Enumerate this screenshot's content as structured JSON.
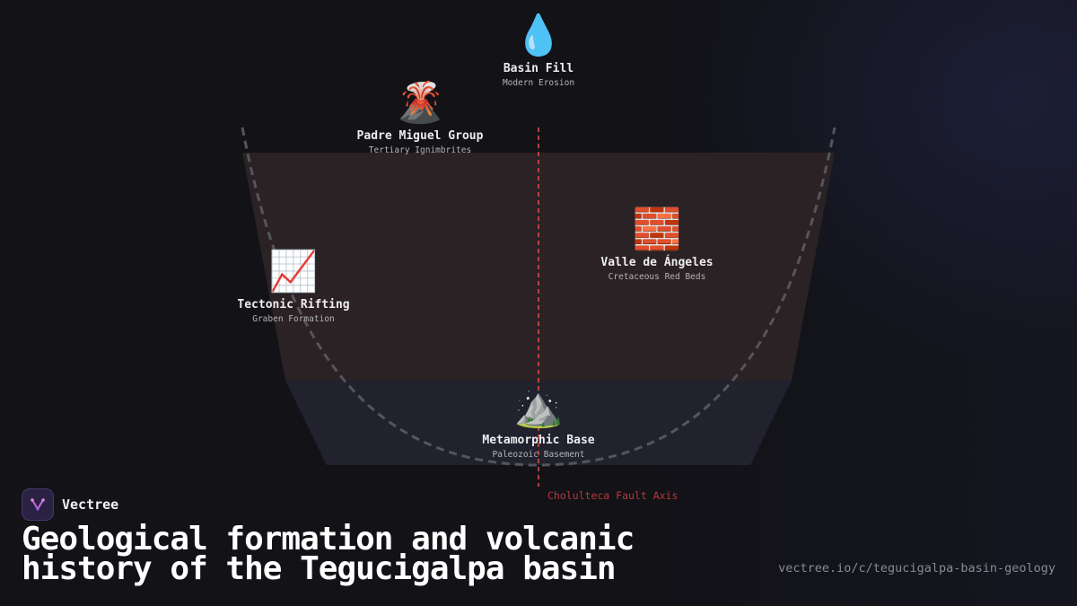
{
  "diagram": {
    "nodes": [
      {
        "id": "basin-fill",
        "icon": "droplet-icon",
        "emoji": "💧",
        "title": "Basin Fill",
        "subtitle": "Modern Erosion"
      },
      {
        "id": "padre-miguel",
        "icon": "volcano-icon",
        "emoji": "🌋",
        "title": "Padre Miguel Group",
        "subtitle": "Tertiary Ignimbrites"
      },
      {
        "id": "valle-de-angeles",
        "icon": "bricks-icon",
        "emoji": "🧱",
        "title": "Valle de Ángeles",
        "subtitle": "Cretaceous Red Beds"
      },
      {
        "id": "tectonic-rifting",
        "icon": "chart-increasing-icon",
        "emoji": "📈",
        "title": "Tectonic Rifting",
        "subtitle": "Graben Formation"
      },
      {
        "id": "metamorphic-base",
        "icon": "mountain-icon",
        "emoji": "⛰️",
        "title": "Metamorphic Base",
        "subtitle": "Paleozoic Basement"
      }
    ],
    "fault_axis_label": "Cholulteca Fault Axis",
    "colors": {
      "background": "#121217",
      "upper_layer": "#2a2224",
      "lower_layer": "#22222e",
      "fault_line": "#e04848",
      "basin_curve": "#55555c"
    }
  },
  "brand": {
    "name": "Vectree",
    "logo_icon": "vectree-logo-icon"
  },
  "headline": "Geological formation and volcanic history of the Tegucigalpa basin",
  "url": "vectree.io/c/tegucigalpa-basin-geology"
}
